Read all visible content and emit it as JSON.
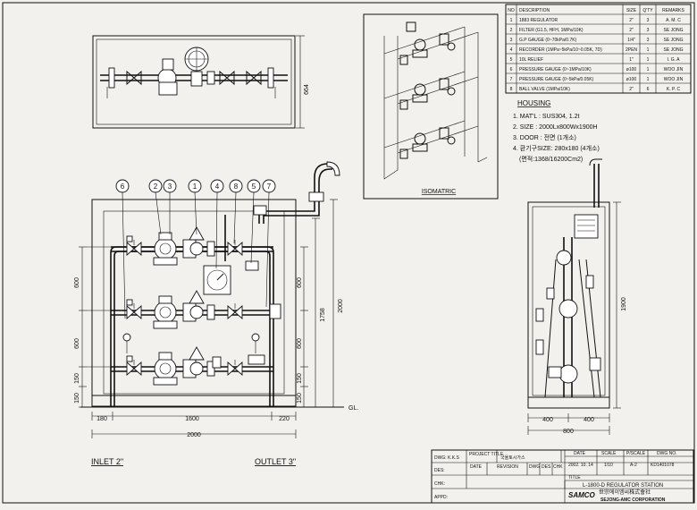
{
  "bom": {
    "headers": [
      "NO",
      "DESCRIPTION",
      "SIZE",
      "Q'TY",
      "REMARKS"
    ],
    "rows": [
      [
        "1",
        "1883 REGULATOR",
        "2\"",
        "3",
        "A. M. C"
      ],
      [
        "2",
        "FILTER (G1.5, HFH, 1MPa/10K)",
        "2\"",
        "3",
        "SE JONG"
      ],
      [
        "3",
        "G.P GAUGE (0~70kPa/0.7K)",
        "1/4\"",
        "3",
        "SE JONG"
      ],
      [
        "4",
        "RECORDER (1MPa~5kPa/10~0.05K, 7D)",
        "2PEN",
        "1",
        "SE JONG"
      ],
      [
        "5",
        "10L RELIEF",
        "1\"",
        "1",
        "I. G. A"
      ],
      [
        "6",
        "PRESSURE GAUGE (0~1MPa/10K)",
        "ø100",
        "1",
        "WOO JIN"
      ],
      [
        "7",
        "PRESSURE GAUGE (0~5kPa/0.05K)",
        "ø100",
        "1",
        "WOO JIN"
      ],
      [
        "8",
        "BALL VALVE (1MPa/10K)",
        "2\"",
        "6",
        "K. P. C"
      ]
    ]
  },
  "housing": {
    "title": "HOUSING",
    "notes": [
      "1. MAT'L : SUS304, 1.2t",
      "2. SIZE : 2000Lx800Wx1900H",
      "3. DOOR : 전면 (1개소)",
      "4. 환기구SIZE: 280x180 (4개소)",
      "(면적:1368/16200Cm2)"
    ]
  },
  "isometric_label": "ISOMATRIC",
  "balloons": [
    "6",
    "2",
    "3",
    "1",
    "4",
    "8",
    "5",
    "7"
  ],
  "dims": {
    "top_height": "664",
    "left_600_upper": "600",
    "left_600_lower": "600",
    "left_150_a": "150",
    "left_150_b": "150",
    "right_1758": "1758",
    "right_2000": "2000",
    "right_150_a": "150",
    "right_150_b": "150",
    "right_600_upper": "600",
    "right_600_lower": "600",
    "gl": "GL.",
    "bottom_180": "180",
    "bottom_1600": "1600",
    "bottom_220": "220",
    "bottom_2000": "2000",
    "side_1900": "1900",
    "side_400_left": "400",
    "side_400_right": "400",
    "side_800": "800"
  },
  "inlet": "INLET 2\"",
  "outlet": "OUTLET 3\"",
  "title_block": {
    "dwg_label": "DWG: K.K.S",
    "project_title_label": "PROJECT TITLE",
    "project_title": "국울토시가스",
    "date_label": "DATE",
    "scale_label": "SCALE",
    "pscale_label": "P/SCALE",
    "dwgno_label": "DWG NO.",
    "des_label": "DES:",
    "date_col": "DATE",
    "revision_col": "REVISION",
    "dwg_col": "DWG",
    "des_col": "DES",
    "chk_col": "CHK",
    "date_value": "2002. 10. 14",
    "scale_value": "1/10",
    "pscale_value": "A-2",
    "dwgno_value": "KD1401078",
    "chk_label": "CHK:",
    "title_label": "TITLE",
    "title_value": "L-1800-D REGULATOR STATION",
    "appd_label": "APPD:",
    "company_ko": "世宗에이엠씨株式會社",
    "company_en": "SEJONG-AMC CORPORATION",
    "logo": "SAMCO"
  }
}
